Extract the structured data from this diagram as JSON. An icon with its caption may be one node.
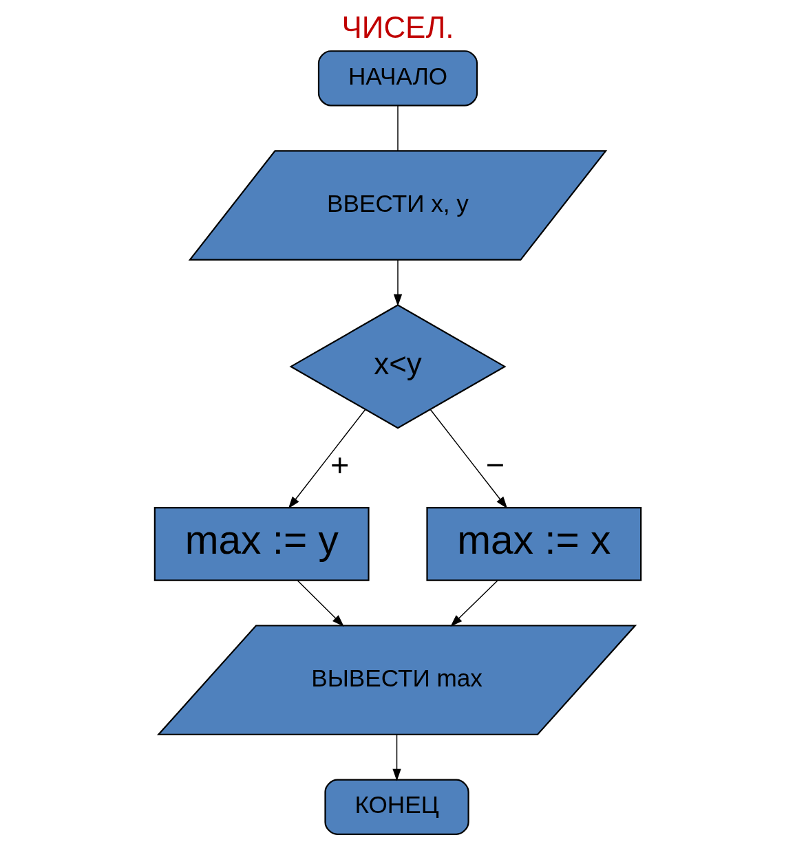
{
  "diagram": {
    "title": "ЧИСЕЛ.",
    "nodes": [
      {
        "text": [
          "НАЧАЛО"
        ]
      },
      {
        "text": [
          "ВВЕСТИ x, y"
        ]
      },
      {
        "text": [
          "x<y"
        ]
      },
      {
        "text": [
          "max := y"
        ]
      },
      {
        "text": [
          "max := x"
        ]
      },
      {
        "text": [
          "ВЫВЕСТИ max"
        ]
      },
      {
        "text": [
          "КОНЕЦ"
        ]
      }
    ],
    "edges": [
      {
        "from": 0,
        "to": 1,
        "arrow": "none"
      },
      {
        "from": 1,
        "to": 2,
        "arrow": "to"
      },
      {
        "from": 2,
        "to": 3,
        "arrow": "to",
        "label": "+"
      },
      {
        "from": 2,
        "to": 4,
        "arrow": "to",
        "label": "−"
      },
      {
        "from": 3,
        "to": 5,
        "arrow": "to"
      },
      {
        "from": 4,
        "to": 5,
        "arrow": "to"
      },
      {
        "from": 5,
        "to": 6,
        "arrow": "to"
      }
    ]
  }
}
